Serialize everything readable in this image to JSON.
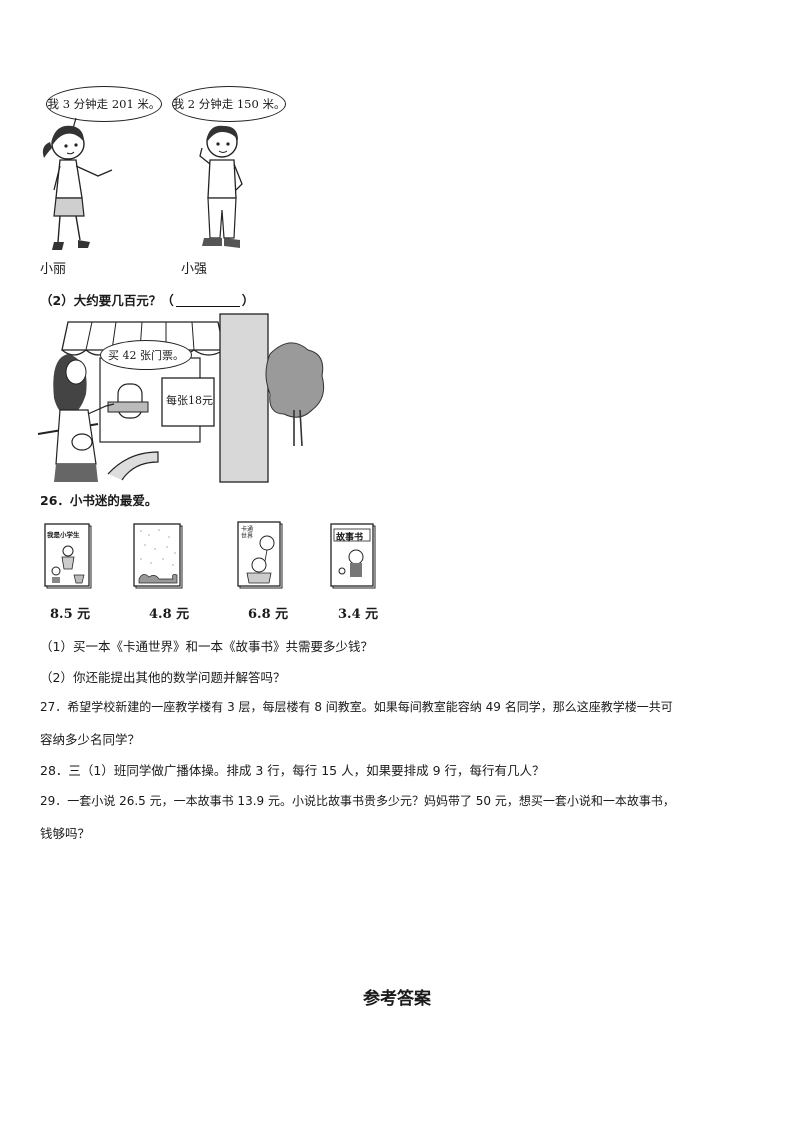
{
  "dialog": {
    "girl_speech": "我 3 分钟走 201 米。",
    "boy_speech": "我 2 分钟走 150 米。",
    "girl_name": "小丽",
    "boy_name": "小强"
  },
  "q25_2": {
    "prefix": "（2）大约要几百元？（",
    "suffix": "）"
  },
  "ticket_scene": {
    "speech": "买 42 张门票。",
    "sign": "每张18元"
  },
  "q26": {
    "title": "26．小书迷的最爱。",
    "books": [
      {
        "cover_text": "我是小学生",
        "price": "8.5 元"
      },
      {
        "cover_text": "",
        "price": "4.8 元"
      },
      {
        "cover_text": "卡通世界",
        "price": "6.8 元"
      },
      {
        "cover_text": "故事书",
        "price": "3.4 元"
      }
    ],
    "sub1": "（1）买一本《卡通世界》和一本《故事书》共需要多少钱？",
    "sub2": "（2）你还能提出其他的数学问题并解答吗？"
  },
  "q27": {
    "line1": "27．希望学校新建的一座教学楼有 3 层，每层楼有 8 间教室。如果每间教室能容纳 49 名同学，那么这座教学楼一共可",
    "line2": "容纳多少名同学？"
  },
  "q28": {
    "line1": "28．三（1）班同学做广播体操。排成 3 行，每行 15 人，如果要排成 9 行，每行有几人？"
  },
  "q29": {
    "line1": "29．一套小说 26.5 元，一本故事书 13.9 元。小说比故事书贵多少元？妈妈带了 50 元，想买一套小说和一本故事书，",
    "line2": "钱够吗？"
  },
  "answers_title": "参考答案"
}
